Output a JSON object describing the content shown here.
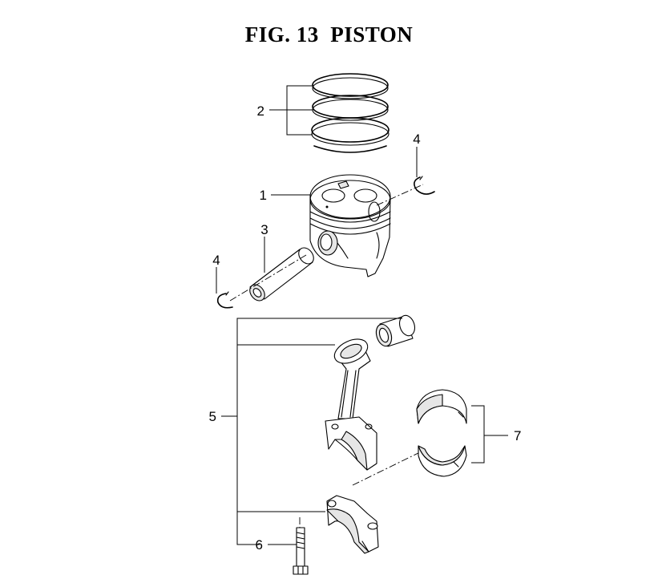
{
  "figure": {
    "title": "FIG. 13  PISTON"
  },
  "callouts": {
    "piston": "1",
    "piston_rings": "2",
    "piston_pin": "3",
    "snap_ring_upper": "4",
    "snap_ring_lower": "4",
    "connecting_rod_assembly": "5",
    "rod_bolt": "6",
    "crank_bearings": "7"
  }
}
